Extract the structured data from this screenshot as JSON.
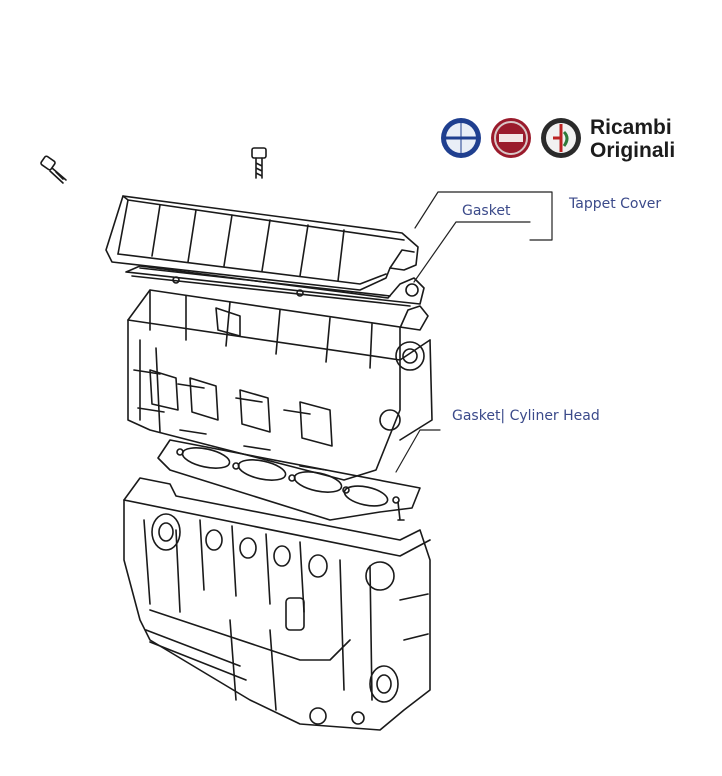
{
  "labels": {
    "gasket_top": "Gasket",
    "tappet_cover": "Tappet Cover",
    "gasket_head": "Gasket| Cyliner Head"
  },
  "brand": {
    "line1": "Ricambi",
    "line2": "Originali",
    "emblems": [
      "lancia-logo",
      "fiat-logo",
      "alfa-romeo-logo"
    ]
  },
  "colors": {
    "label_text": "#3b4a8a",
    "drawing_ink": "#1a1a1a",
    "lancia_blue": "#1f3f8f",
    "fiat_red": "#9a1b2c",
    "alfa_green": "#2f7a3a"
  }
}
